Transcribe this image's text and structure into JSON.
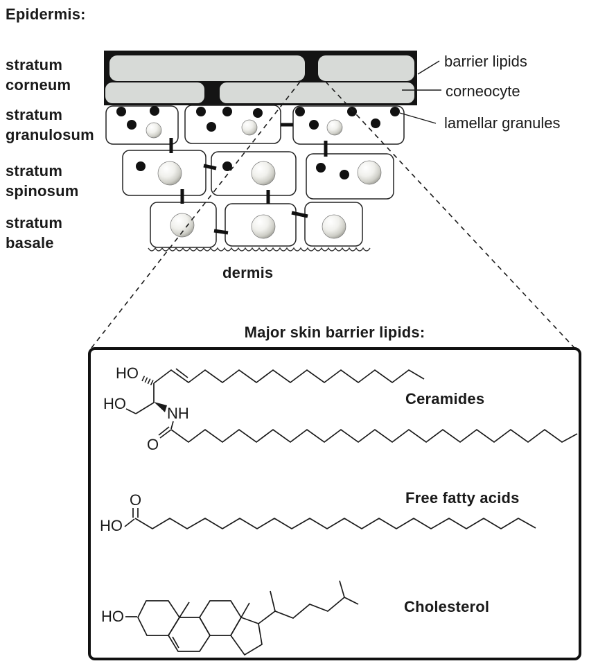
{
  "colors": {
    "ink": "#1a1a1a",
    "band_black": "#141414",
    "corneocyte_gray": "#d7dad7",
    "cell_stroke": "#222222",
    "background": "#ffffff"
  },
  "epidermis_heading": "Epidermis:",
  "layer_labels": [
    {
      "id": "stratum-corneum",
      "line1": "stratum",
      "line2": "corneum"
    },
    {
      "id": "stratum-granulosum",
      "line1": "stratum",
      "line2": "granulosum"
    },
    {
      "id": "stratum-spinosum",
      "line1": "stratum",
      "line2": "spinosum"
    },
    {
      "id": "stratum-basale",
      "line1": "stratum",
      "line2": "basale"
    }
  ],
  "callouts": {
    "barrier_lipids": "barrier lipids",
    "corneocyte": "corneocyte",
    "lamellar_granules": "lamellar granules"
  },
  "dermis_label": "dermis",
  "inset": {
    "title": "Major skin barrier lipids:",
    "lipids": [
      {
        "name": "Ceramides"
      },
      {
        "name": "Free fatty acids"
      },
      {
        "name": "Cholesterol"
      }
    ],
    "atoms": {
      "cer_ho_top": "HO",
      "cer_ho_left": "HO",
      "cer_nh": "NH",
      "cer_o": "O",
      "ffa_o": "O",
      "ffa_ho": "HO",
      "chol_ho": "HO"
    }
  }
}
